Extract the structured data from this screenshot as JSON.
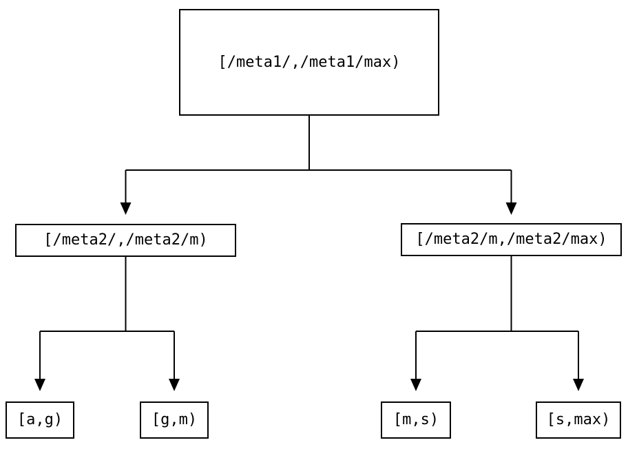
{
  "diagram": {
    "type": "tree",
    "description": "Key-range partition tree of meta1/meta2 tablet ranges",
    "colors": {
      "line": "#000000",
      "box_border": "#000000",
      "background": "#ffffff",
      "text": "#000000"
    },
    "root": {
      "id": "root",
      "label": "[/meta1/,/meta1/max)",
      "children": [
        {
          "id": "meta2-left",
          "label": "[/meta2/,/meta2/m)",
          "children": [
            {
              "id": "leaf-a-g",
              "label": "[a,g)"
            },
            {
              "id": "leaf-g-m",
              "label": "[g,m)"
            }
          ]
        },
        {
          "id": "meta2-right",
          "label": "[/meta2/m,/meta2/max)",
          "children": [
            {
              "id": "leaf-m-s",
              "label": "[m,s)"
            },
            {
              "id": "leaf-s-max",
              "label": "[s,max)"
            }
          ]
        }
      ]
    }
  }
}
